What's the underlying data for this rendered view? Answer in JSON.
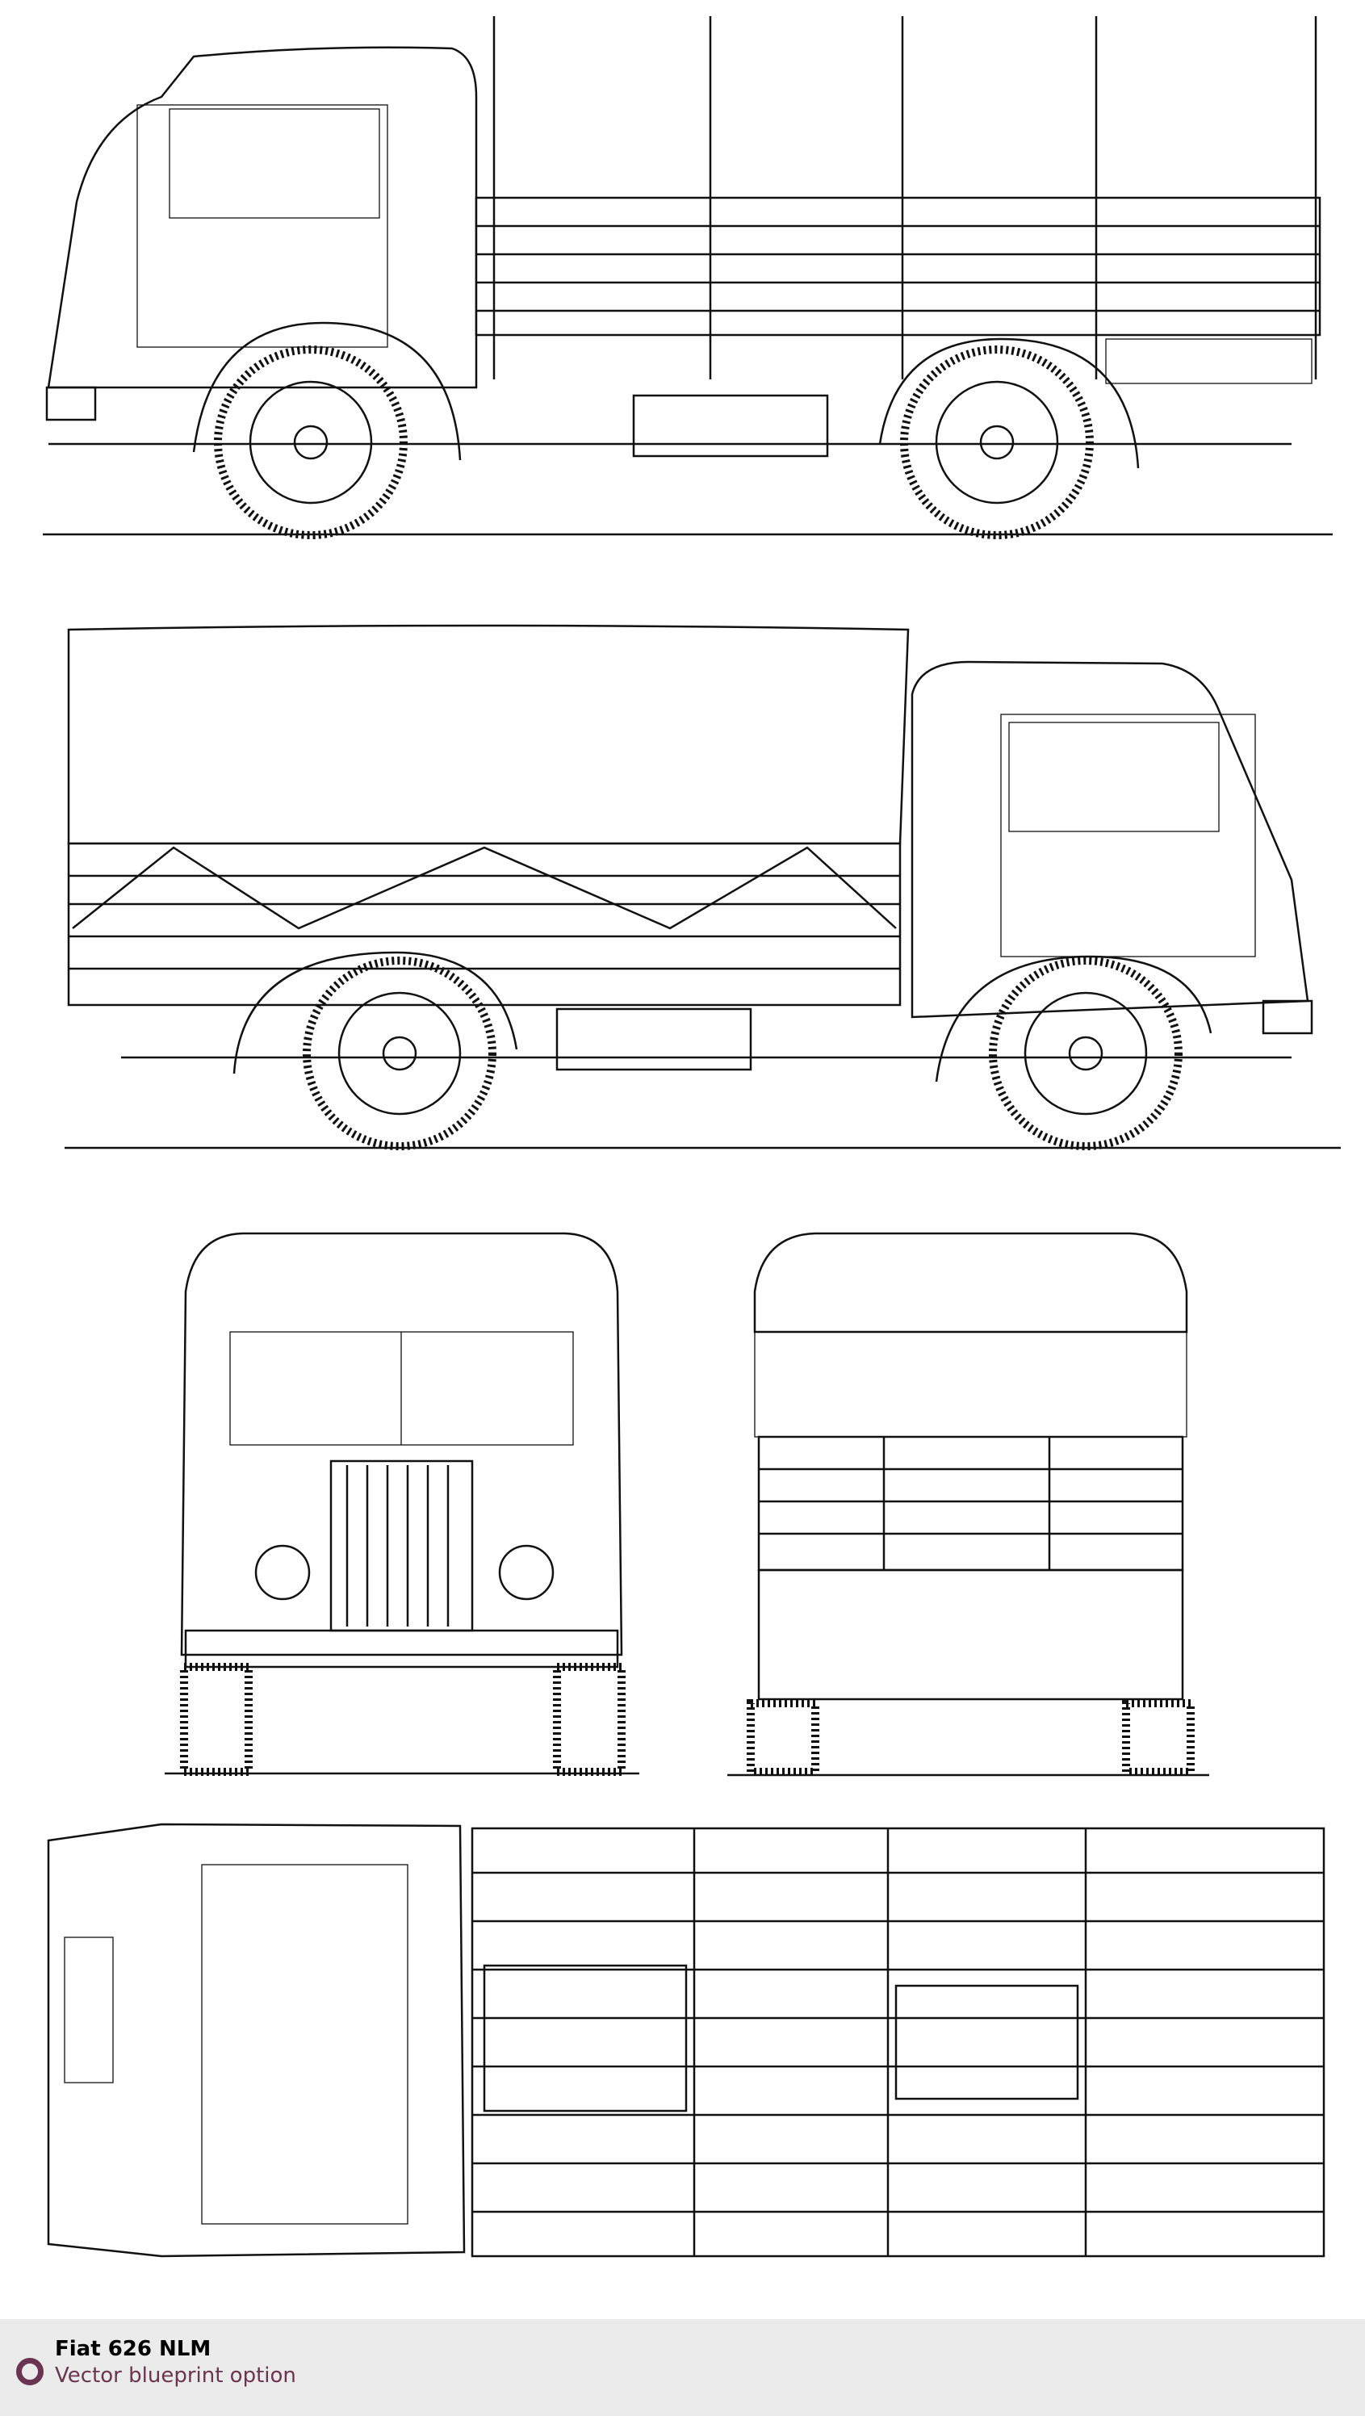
{
  "caption": {
    "title": "Fiat 626 NLM",
    "subtitle": "Vector blueprint option",
    "accent_color": "#6b3552",
    "icon": "circle-bullet-icon"
  },
  "views": [
    "side-view-left",
    "side-view-right-covered",
    "front-view",
    "rear-view",
    "top-view"
  ]
}
